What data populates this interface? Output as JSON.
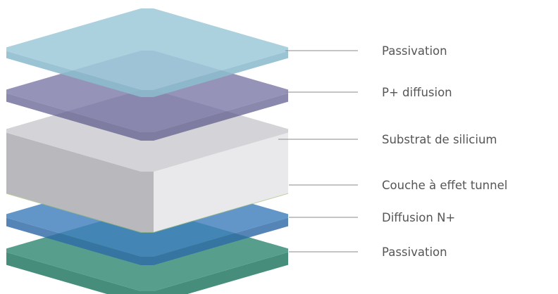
{
  "layers": [
    {
      "id": "passivation-bottom",
      "label": "Passivation",
      "top": "#4e9a86",
      "side": "#3c8774",
      "alpha": 0.95
    },
    {
      "id": "diffusion-n",
      "label": "Diffusion N+",
      "top": "#3f7fbd",
      "side": "#2f6aa6",
      "alpha": 0.82
    },
    {
      "id": "tunnel",
      "label": "Couche à effet tunnel",
      "top": "#b3cf8e",
      "side": "#9fbe7a",
      "alpha": 0.72
    },
    {
      "id": "substrate",
      "label": "Substrat de silicium",
      "top": "#d4d4d8",
      "side": "#b9b9bd",
      "front": "#e9e9ec",
      "alpha": 1
    },
    {
      "id": "p-diffusion",
      "label": "P+ diffusion",
      "top": "#6d6a9e",
      "side": "#5d5a8c",
      "alpha": 0.72
    },
    {
      "id": "passivation-top",
      "label": "Passivation",
      "top": "#9fcad9",
      "side": "#8cbccd",
      "alpha": 0.88
    }
  ],
  "colors": {
    "label_text": "#555555",
    "leader_line": "#8a8a8a",
    "background": "#ffffff"
  }
}
